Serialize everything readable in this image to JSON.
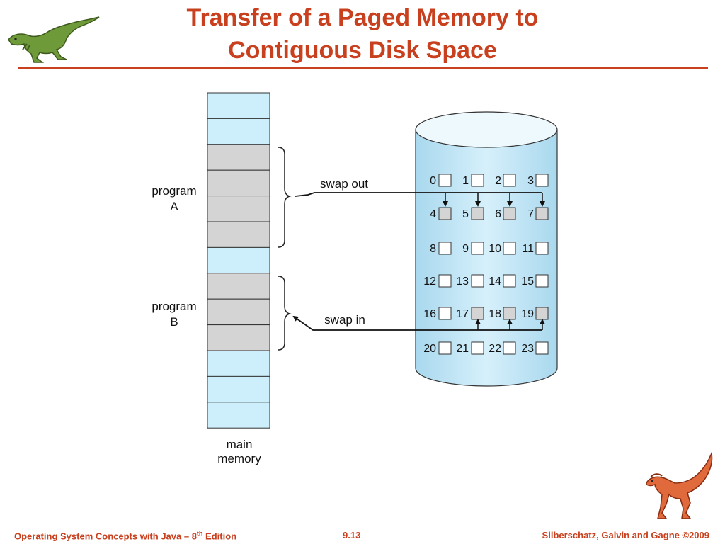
{
  "title": {
    "line1": "Transfer of a Paged Memory to",
    "line2": "Contiguous Disk Space"
  },
  "diagram": {
    "memory_label_line1": "main",
    "memory_label_line2": "memory",
    "memory_frames": [
      "free",
      "free",
      "A",
      "A",
      "A",
      "A",
      "free",
      "B",
      "B",
      "B",
      "free",
      "free",
      "free"
    ],
    "program_a_line1": "program",
    "program_a_line2": "A",
    "program_b_line1": "program",
    "program_b_line2": "B",
    "swap_out_label": "swap out",
    "swap_in_label": "swap in",
    "disk_blocks": [
      {
        "n": "0",
        "used": false
      },
      {
        "n": "1",
        "used": false
      },
      {
        "n": "2",
        "used": false
      },
      {
        "n": "3",
        "used": false
      },
      {
        "n": "4",
        "used": true
      },
      {
        "n": "5",
        "used": true
      },
      {
        "n": "6",
        "used": true
      },
      {
        "n": "7",
        "used": true
      },
      {
        "n": "8",
        "used": false
      },
      {
        "n": "9",
        "used": false
      },
      {
        "n": "10",
        "used": false
      },
      {
        "n": "11",
        "used": false
      },
      {
        "n": "12",
        "used": false
      },
      {
        "n": "13",
        "used": false
      },
      {
        "n": "14",
        "used": false
      },
      {
        "n": "15",
        "used": false
      },
      {
        "n": "16",
        "used": false
      },
      {
        "n": "17",
        "used": true
      },
      {
        "n": "18",
        "used": true
      },
      {
        "n": "19",
        "used": true
      },
      {
        "n": "20",
        "used": false
      },
      {
        "n": "21",
        "used": false
      },
      {
        "n": "22",
        "used": false
      },
      {
        "n": "23",
        "used": false
      }
    ],
    "colors": {
      "free_frame": "#cdeefb",
      "used_frame": "#d4d4d4",
      "disk_body": "#c5e7f6",
      "accent": "#c8401e"
    }
  },
  "footer": {
    "left": "Operating System Concepts with Java – 8",
    "left_sup": "th",
    "left_end": " Edition",
    "center": "9.13",
    "right": "Silberschatz, Galvin and Gagne ©2009"
  },
  "icons": {
    "top_left": "green-dinosaur-icon",
    "bottom_right": "red-dinosaur-icon"
  }
}
